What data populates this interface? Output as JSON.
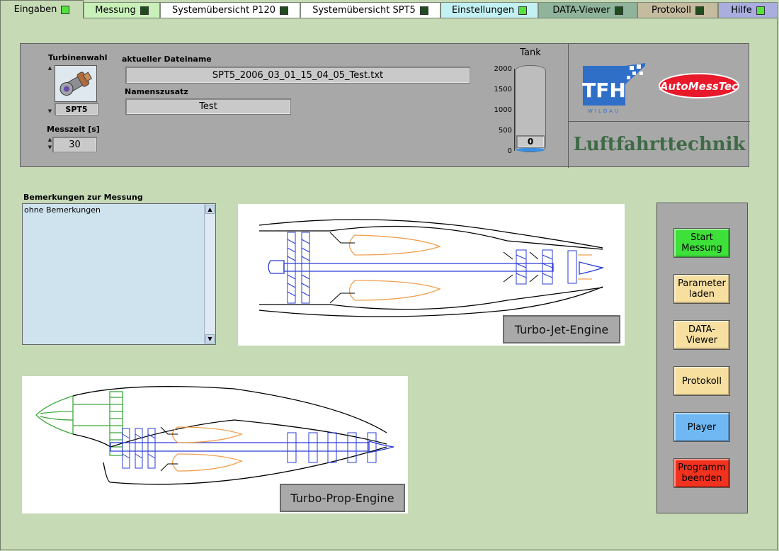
{
  "tabs": [
    {
      "label": "Eingaben",
      "led": "on",
      "active": true
    },
    {
      "label": "Messung",
      "led": "off"
    },
    {
      "label": "Systemübersicht P120",
      "led": "off"
    },
    {
      "label": "Systemübersicht SPT5",
      "led": "off"
    },
    {
      "label": "Einstellungen",
      "led": "on"
    },
    {
      "label": "DATA-Viewer",
      "led": "off"
    },
    {
      "label": "Protokoll",
      "led": "off"
    },
    {
      "label": "Hilfe",
      "led": "on"
    }
  ],
  "header": {
    "turbine_label": "Turbinenwahl",
    "turbine_value": "SPT5",
    "messzeit_label": "Messzeit [s]",
    "messzeit_value": "30",
    "filename_label": "aktueller Dateiname",
    "filename_value": "SPT5_2006_03_01_15_04_05_Test.txt",
    "suffix_label": "Namenszusatz",
    "suffix_value": "Test",
    "tank_label": "Tank",
    "tank_ticks": [
      "2000",
      "1500",
      "1000",
      "500",
      "0"
    ],
    "tank_value": "0",
    "tank_level_fraction": 0,
    "logo_tfh": "TFH",
    "logo_wildau": "WILDAU",
    "logo_automesstec": "AutoMessTec",
    "brand": "Luftfahrttechnik"
  },
  "remarks": {
    "label": "Bemerkungen zur Messung",
    "text": "ohne Bemerkungen"
  },
  "diagrams": {
    "jet_label": "Turbo-Jet-Engine",
    "prop_label": "Turbo-Prop-Engine"
  },
  "buttons": {
    "start": "Start\nMessung",
    "params": "Parameter\nladen",
    "viewer": "DATA-\nViewer",
    "protokoll": "Protokoll",
    "player": "Player",
    "exit": "Programm\nbeenden"
  },
  "colors": {
    "background": "#c6dab6",
    "panel": "#a8a8a8",
    "start": "#3ee03a",
    "neutral_btn": "#f7dfa0",
    "player": "#6fb8f3",
    "exit": "#f0321e",
    "brand": "#3f6a46"
  }
}
